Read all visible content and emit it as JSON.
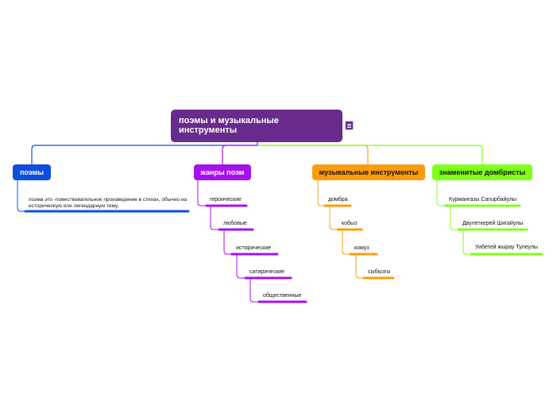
{
  "central": {
    "title": "поэмы и музыкальные инструменты"
  },
  "colors": {
    "central": "#682a8c",
    "blue": "#0e4ee3",
    "purple": "#a412f0",
    "orange": "#fb9c0d",
    "green": "#80ff1a"
  },
  "icons": {
    "menu": "menu-icon"
  },
  "branches": [
    {
      "label": "поэмы",
      "description": "поэма это -повествовательное произведение в стихах, обычно на историческую или легендарную тему."
    },
    {
      "label": "жанры поэм",
      "items": [
        "героические",
        "любовые",
        "исторические",
        "сатирические",
        "общественные"
      ]
    },
    {
      "label": "музыкальные инструменты",
      "items": [
        "домбра",
        "кобыз",
        "комуз",
        "сыбызгы"
      ]
    },
    {
      "label": "знаменитые домбристы",
      "items": [
        "Курмангазы Сагырбайулы",
        "Двулеткерей Шигайулы",
        "Уибетей жырау Тулеулы"
      ]
    }
  ]
}
